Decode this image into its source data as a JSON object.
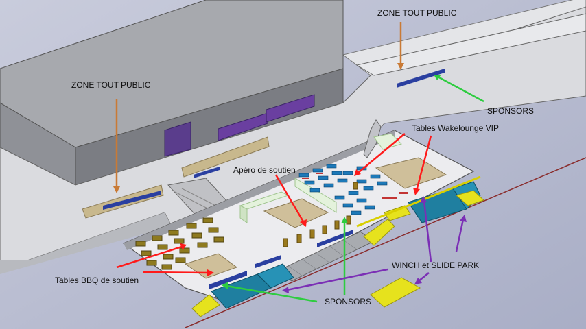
{
  "labels": {
    "zone_public_top": "ZONE TOUT PUBLIC",
    "zone_public_left": "ZONE TOUT PUBLIC",
    "sponsors_right": "SPONSORS",
    "tables_vip": "Tables Wakelounge VIP",
    "apero": "Apéro de soutien",
    "tables_bbq": "Tables BBQ de soutien",
    "winch_slide": "WINCH et SLIDE PARK",
    "sponsors_bottom": "SPONSORS"
  },
  "colors": {
    "background": "#b9bdd2",
    "building": "#8c8e95",
    "ground": "#d6d8dc",
    "arrow_red": "#ff1a1a",
    "arrow_green": "#2ecc40",
    "arrow_purple": "#7b2fb5",
    "arrow_orange": "#c97a35",
    "ramp_yellow": "#e6e21d",
    "pool_teal": "#1f7fa0"
  }
}
